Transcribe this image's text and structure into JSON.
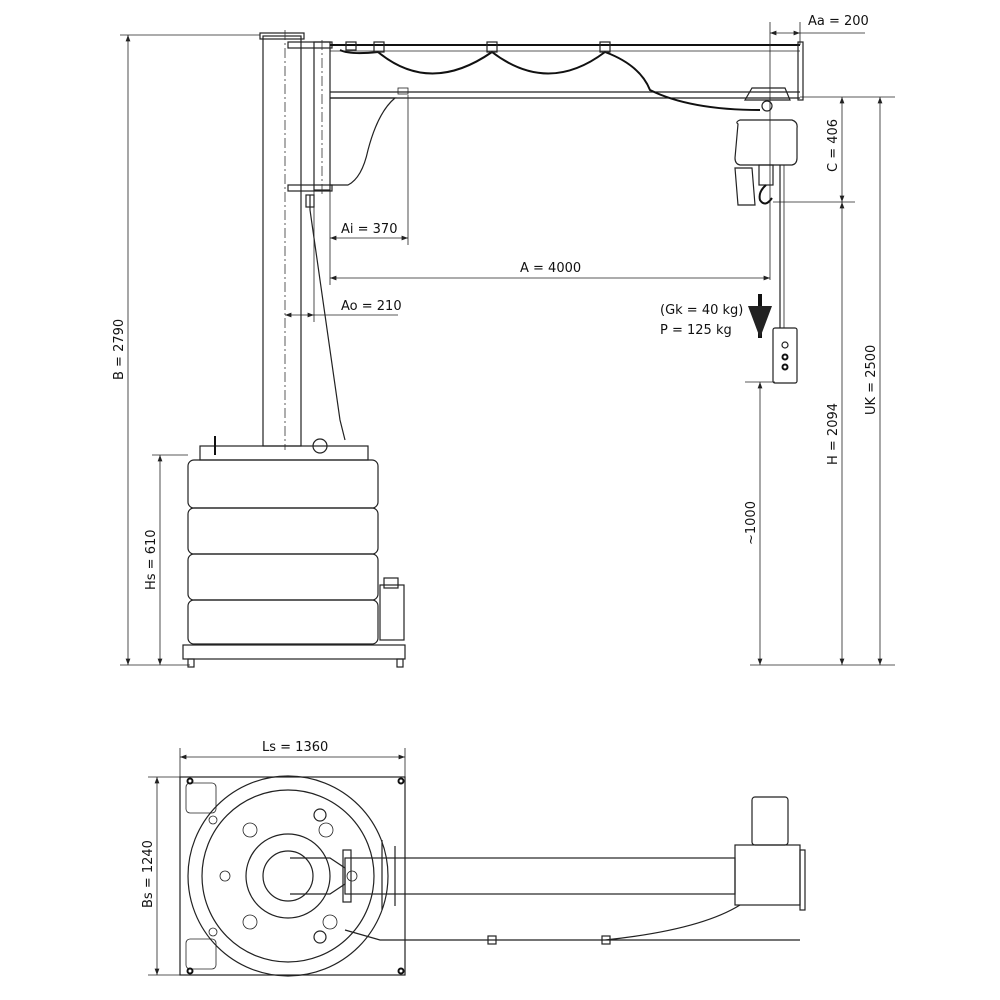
{
  "labels": {
    "aa": "Aa = 200",
    "c": "C = 406",
    "ai": "Ai = 370",
    "a": "A = 4000",
    "ao": "Ao = 210",
    "gk": "(Gk = 40 kg)",
    "p": "P = 125 kg",
    "b": "B = 2790",
    "uk": "UK = 2500",
    "h": "H = 2094",
    "approx": "~1000",
    "hs": "Hs = 610",
    "ls": "Ls = 1360",
    "bs": "Bs = 1240"
  }
}
